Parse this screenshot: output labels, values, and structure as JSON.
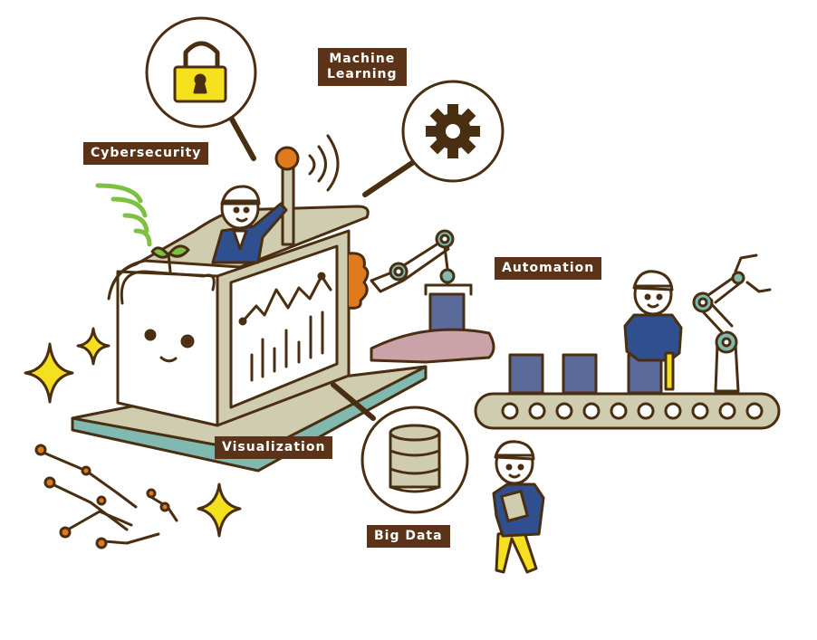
{
  "labels": {
    "machine_learning": "Machine\nLearning",
    "cybersecurity": "Cybersecurity",
    "automation": "Automation",
    "visualization": "Visualization",
    "big_data": "Big Data"
  },
  "icons": {
    "security": "padlock-icon",
    "machine_learning": "gear-icon",
    "big_data": "database-icon"
  },
  "colors": {
    "label_bg": "#5a3318",
    "outline": "#4a2e12",
    "worker_blue": "#2f4f8f",
    "box_blue": "#5a6a9a",
    "platform_teal": "#7fb9b0",
    "base_tan": "#cfccb0",
    "accent_orange": "#e07a1f",
    "accent_green": "#7cc142",
    "sparkle_yellow": "#f5e020",
    "lock_yellow": "#f7e01e",
    "tray_pink": "#c9a3a8"
  }
}
